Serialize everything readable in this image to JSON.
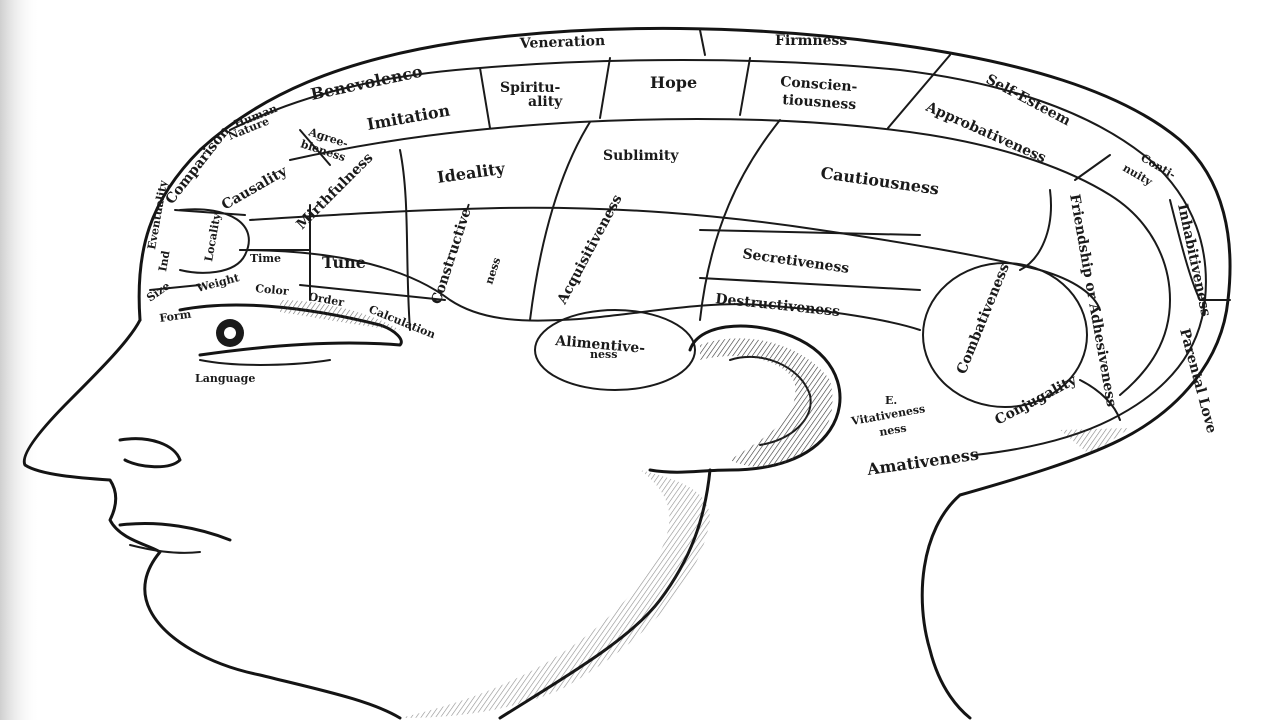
{
  "regions": {
    "veneration": "Veneration",
    "firmness": "Firmness",
    "benevolence": "Benevolenco",
    "self_esteem": "Self-Esteem",
    "imitation": "Imitation",
    "spirituality_1": "Spiritu-",
    "spirituality_2": "ality",
    "hope": "Hope",
    "conscientiousness_1": "Conscien-",
    "conscientiousness_2": "tiousness",
    "approbativeness": "Approbativeness",
    "continuity_1": "Conti-",
    "continuity_2": "nuity",
    "human_nature_1": "Human",
    "human_nature_2": "Nature",
    "agreeableness_1": "Agree-",
    "agreeableness_2": "bleness",
    "comparison": "Comparison",
    "causality": "Causality",
    "mirthfulness": "Mirthfulness",
    "ideality": "Ideality",
    "sublimity": "Sublimity",
    "cautiousness": "Cautiousness",
    "inhabitiveness": "Inhabitiveness",
    "friendship": "Friendship or Adhesiveness",
    "eventuality": "Eventuality",
    "locality": "Locality",
    "individuality": "Ind",
    "size": "Size",
    "form": "Form",
    "time": "Time",
    "tune": "Tune",
    "constructiveness_1": "Constructive-",
    "constructiveness_2": "ness",
    "acquisitiveness": "Acquisitiveness",
    "secretiveness": "Secretiveness",
    "weight": "Weight",
    "color": "Color",
    "order": "Order",
    "calculation": "Calculation",
    "destructiveness": "Destructiveness",
    "combativeness": "Combativeness",
    "parental_love": "Parental Love",
    "alimentiveness_1": "Alimentive-",
    "alimentiveness_2": "ness",
    "language": "Language",
    "conjugality": "Conjugality",
    "vitativeness_mark": "E.",
    "vitativeness_1": "Vitativeness",
    "vitativeness_2": "ness",
    "amativeness": "Amativeness"
  }
}
